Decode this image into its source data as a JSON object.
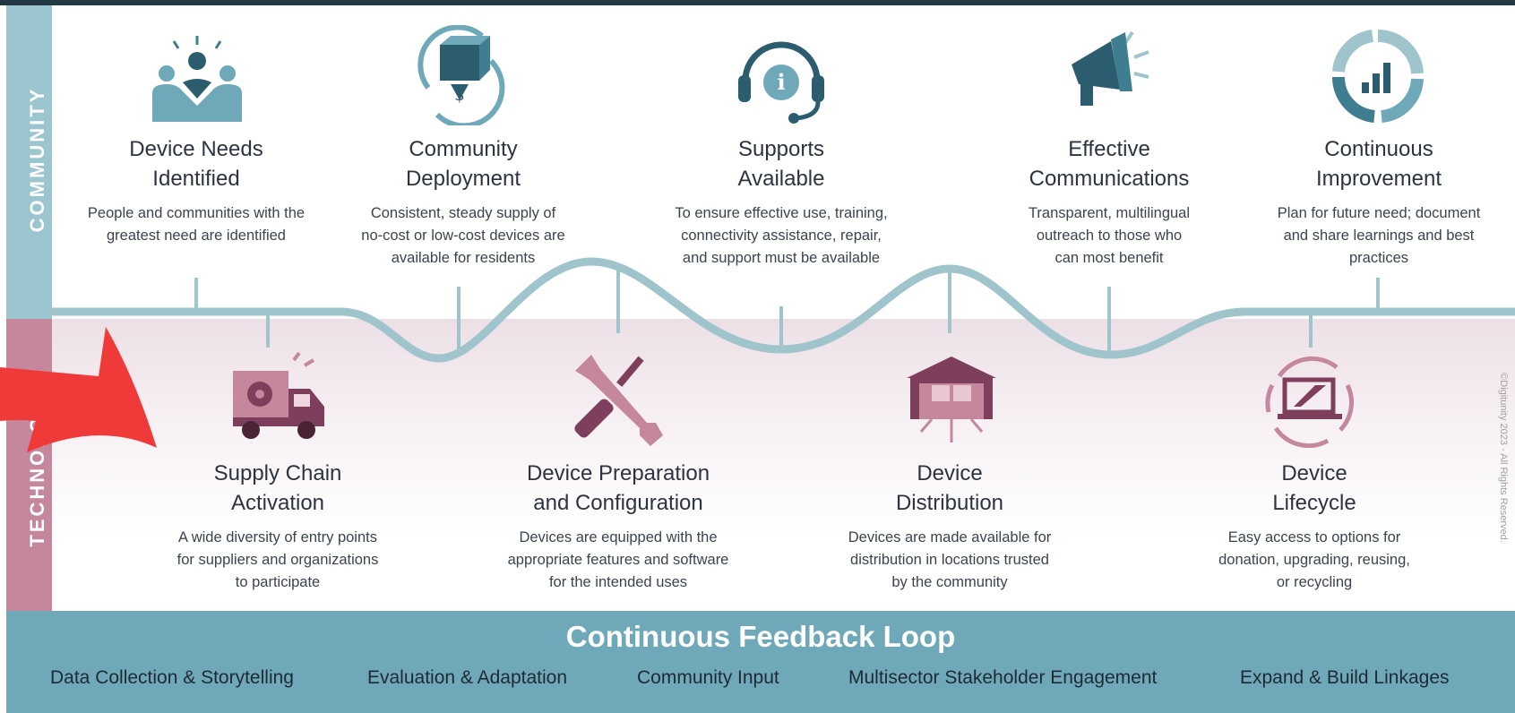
{
  "side_labels": {
    "community": "COMMUNITY",
    "technology": "TECHNOLOGY"
  },
  "community_steps": [
    {
      "icon": "people-meeting-icon",
      "title_line1": "Device Needs",
      "title_line2": "Identified",
      "desc_lines": [
        "People and communities with the",
        "greatest need are identified"
      ]
    },
    {
      "icon": "box-cycle-dollar-icon",
      "title_line1": "Community",
      "title_line2": "Deployment",
      "desc_lines": [
        "Consistent, steady supply of",
        "no-cost or low-cost devices are",
        "available for residents"
      ]
    },
    {
      "icon": "headset-info-icon",
      "title_line1": "Supports",
      "title_line2": "Available",
      "desc_lines": [
        "To ensure effective use, training,",
        "connectivity assistance, repair,",
        "and support must be available"
      ]
    },
    {
      "icon": "megaphone-icon",
      "title_line1": "Effective",
      "title_line2": "Communications",
      "desc_lines": [
        "Transparent, multilingual",
        "outreach to those who",
        "can most benefit"
      ]
    },
    {
      "icon": "cycle-chart-icon",
      "title_line1": "Continuous",
      "title_line2": "Improvement",
      "desc_lines": [
        "Plan for future need; document",
        "and share learnings and best",
        "practices"
      ]
    }
  ],
  "tech_steps": [
    {
      "icon": "delivery-truck-gear-icon",
      "title_line1": "Supply Chain",
      "title_line2": "Activation",
      "desc_lines": [
        "A wide diversity of entry points",
        "for suppliers and organizations",
        "to participate"
      ]
    },
    {
      "icon": "wrench-screwdriver-icon",
      "title_line1": "Device Preparation",
      "title_line2": "and Configuration",
      "desc_lines": [
        "Devices are equipped with the",
        "appropriate features and software",
        "for the intended uses"
      ]
    },
    {
      "icon": "warehouse-distribution-icon",
      "title_line1": "Device",
      "title_line2": "Distribution",
      "desc_lines": [
        "Devices are made available for",
        "distribution in locations trusted",
        "by the community"
      ]
    },
    {
      "icon": "laptop-cycle-icon",
      "title_line1": "Device",
      "title_line2": "Lifecycle",
      "desc_lines": [
        "Easy access to options for",
        "donation, upgrading, reusing,",
        "or recycling"
      ]
    }
  ],
  "footer": {
    "title": "Continuous Feedback Loop",
    "items": [
      "Data Collection & Storytelling",
      "Evaluation & Adaptation",
      "Community Input",
      "Multisector Stakeholder Engagement",
      "Expand & Build Linkages"
    ]
  },
  "copyright": "©Digitunity 2023 - All Rights Reserved.",
  "colors": {
    "teal": "#9bc6d0",
    "dark_teal": "#3f7d90",
    "mauve": "#7d3f5c",
    "footer": "#6fa9b9",
    "arrow": "#f03a3a"
  }
}
